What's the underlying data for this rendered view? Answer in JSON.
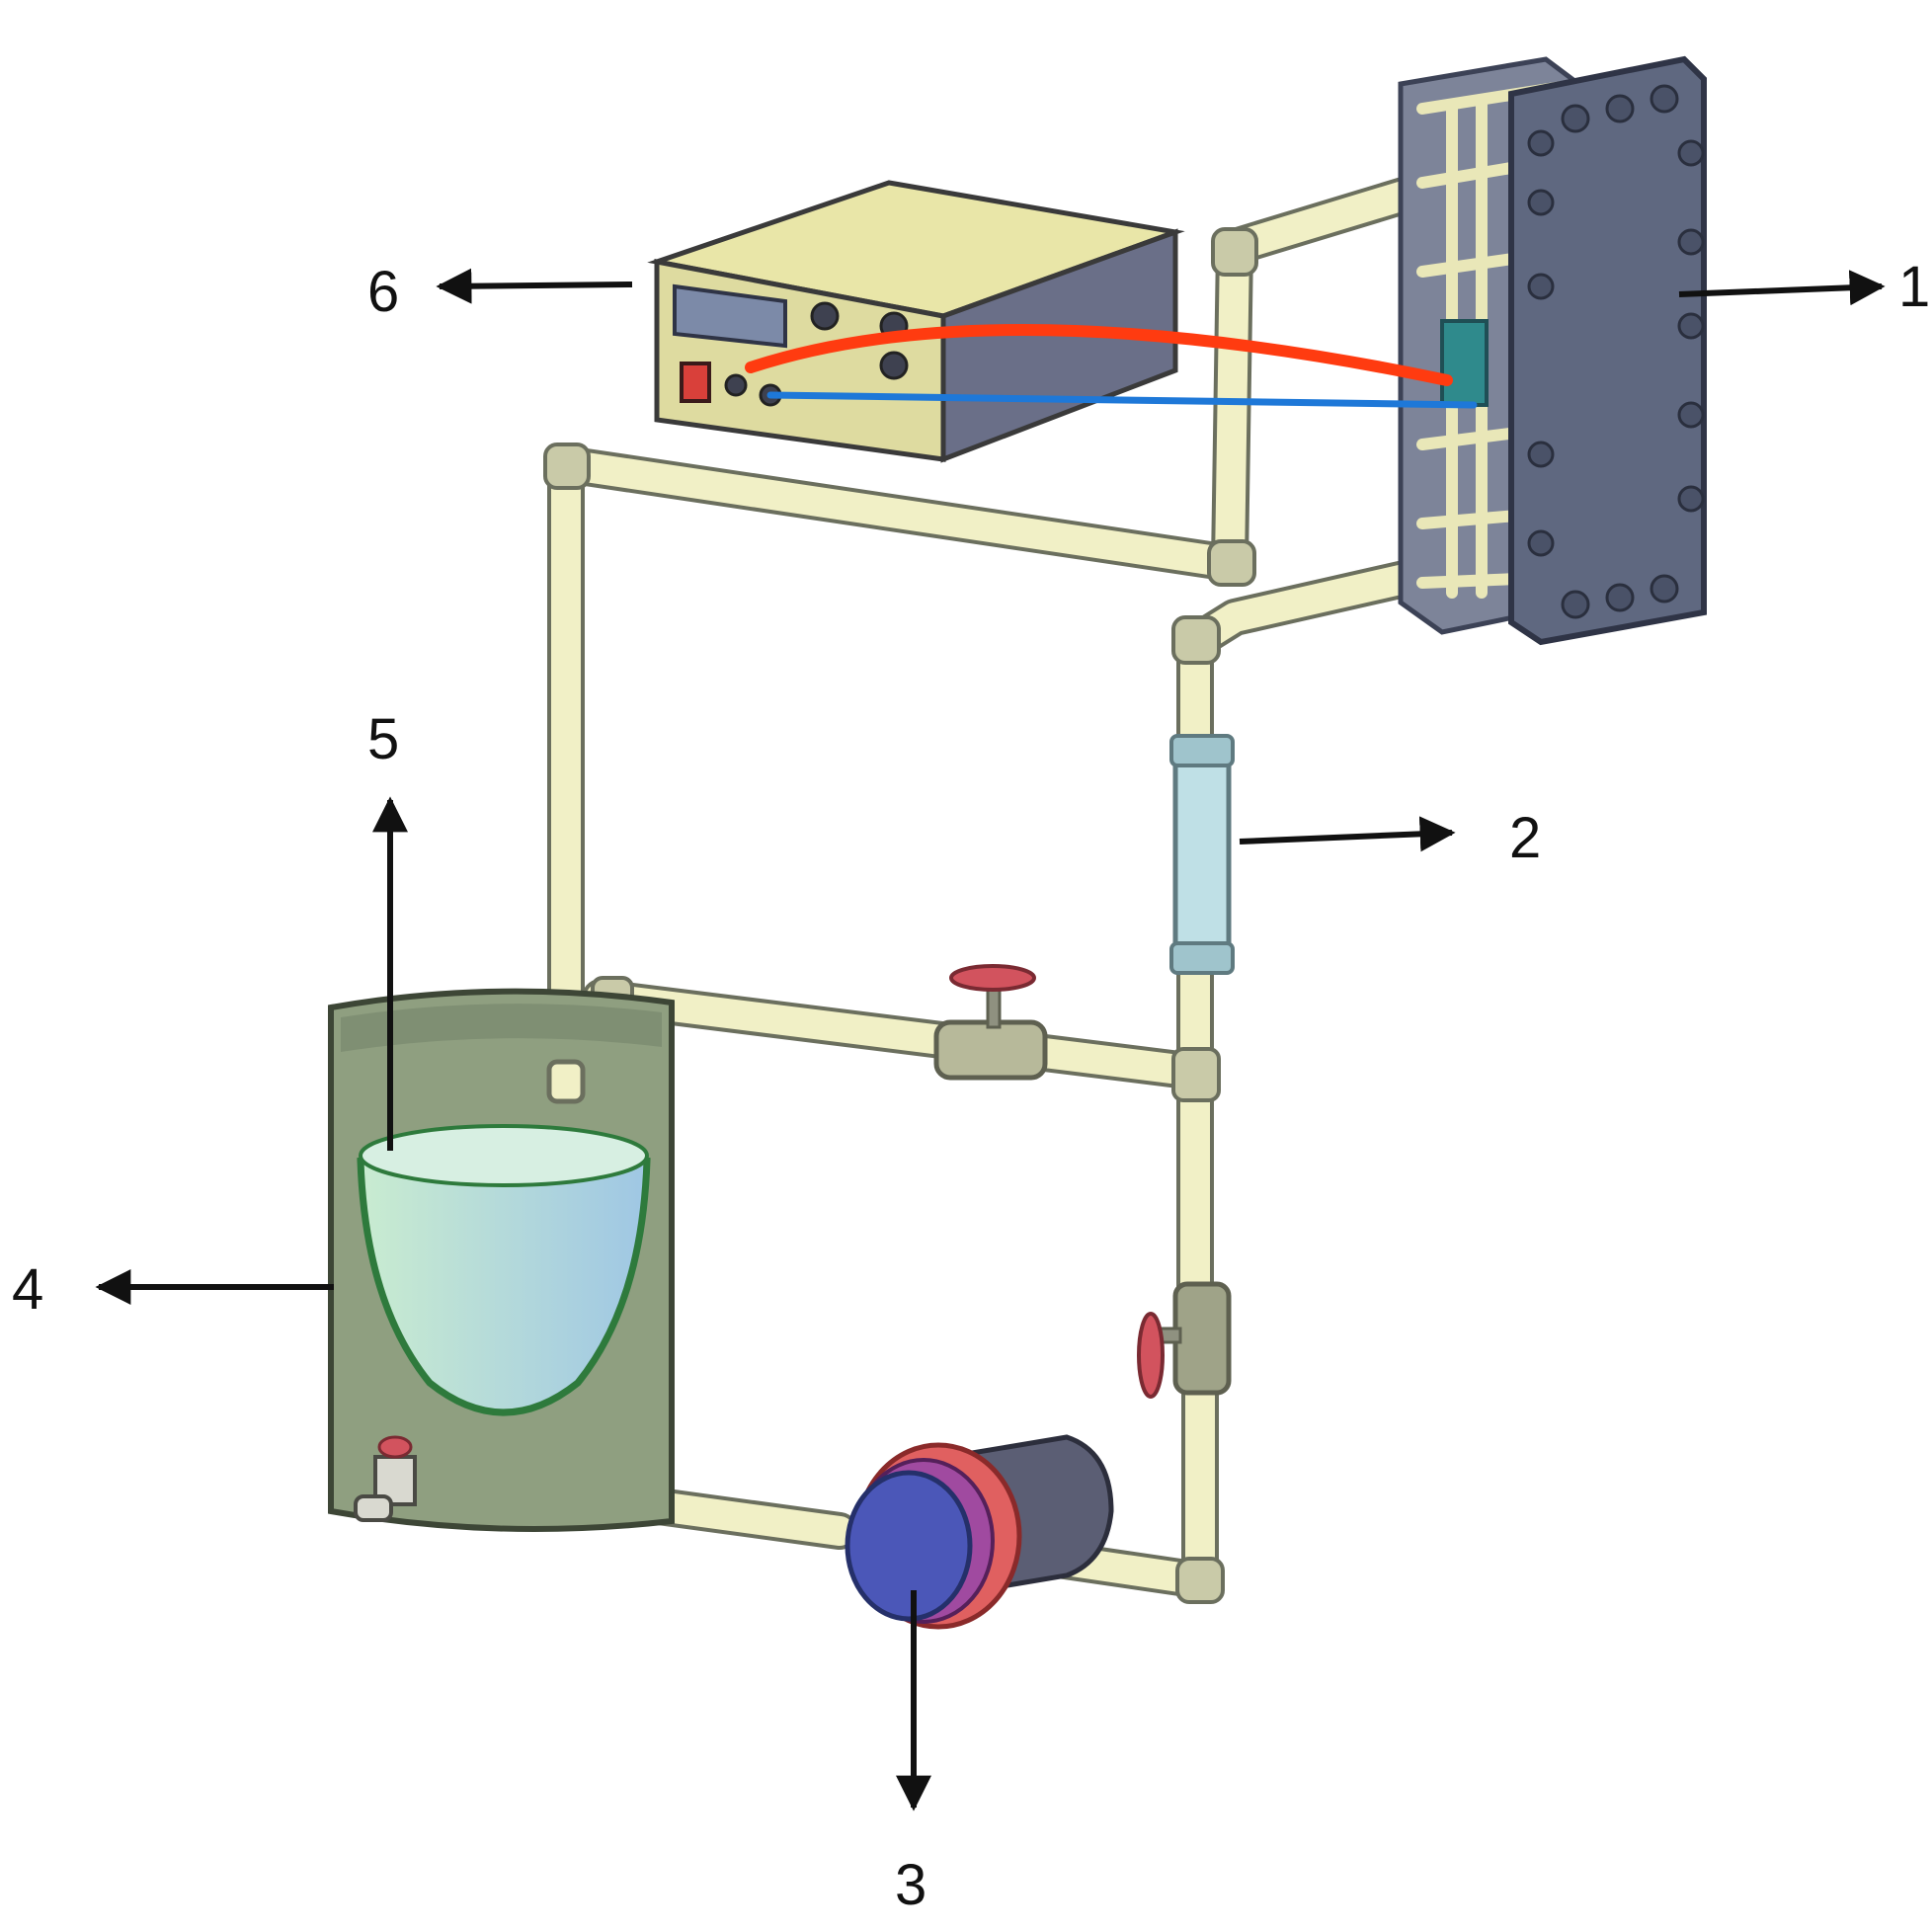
{
  "labels": {
    "one": "1",
    "two": "2",
    "three": "3",
    "four": "4",
    "five": "5",
    "six": "6"
  },
  "colors": {
    "pipe": "#f1f0c6",
    "pipe_stroke": "#6b6f5e",
    "fitting": "#b7b99a",
    "stack_plate": "#5f6880",
    "stack_frame": "#7d8499",
    "power_supply_top": "#e9e6a8",
    "power_supply_front": "#dedba0",
    "power_supply_side": "#6a6f88",
    "display": "#7c8aa8",
    "wire_positive": "#ff3b10",
    "wire_negative": "#1e78d8",
    "tank": "#8f9f80",
    "tank_inner": "#7f8f73",
    "water": "#bde4cf",
    "flowmeter": "#bfe0e6",
    "valve_handle": "#d2535e",
    "pump_body": "#5b5e74",
    "pump_face": "#4b57b8",
    "pump_ring": "#e06060",
    "arrow": "#111111"
  }
}
